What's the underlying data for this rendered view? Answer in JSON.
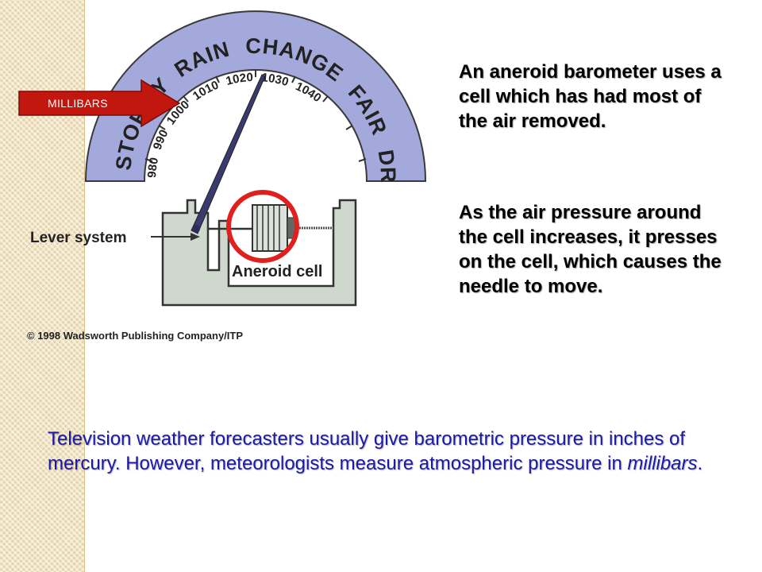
{
  "figure": {
    "scale_labels": [
      "980",
      "990",
      "1000",
      "1010",
      "1020",
      "1030",
      "1040"
    ],
    "weather_words": [
      "STORMY",
      "RAIN",
      "CHANGE",
      "FAIR",
      "DRY"
    ],
    "lever_label": "Lever system",
    "cell_label": "Aneroid cell",
    "copyright": "© 1998 Wadsworth Publishing Company/ITP",
    "arrow_label": "MILLIBARS"
  },
  "text": {
    "para1": "An aneroid barometer uses a cell which has had most of the air removed.",
    "para2": "As the air pressure around the cell increases, it presses on the cell, which causes the needle to move.",
    "bottom_before": "Television  weather forecasters usually give barometric pressure in inches of mercury.  However, meteorologists measure atmospheric pressure in ",
    "bottom_em": "millibars",
    "bottom_after": "."
  },
  "colors": {
    "dial_band": "#a3a9da",
    "device": "#cfd8cc",
    "needle": "#3a3a6e",
    "highlight_circle": "#e0201e",
    "arrow": "#c2170f",
    "bottom_text": "#1a1aa6"
  }
}
